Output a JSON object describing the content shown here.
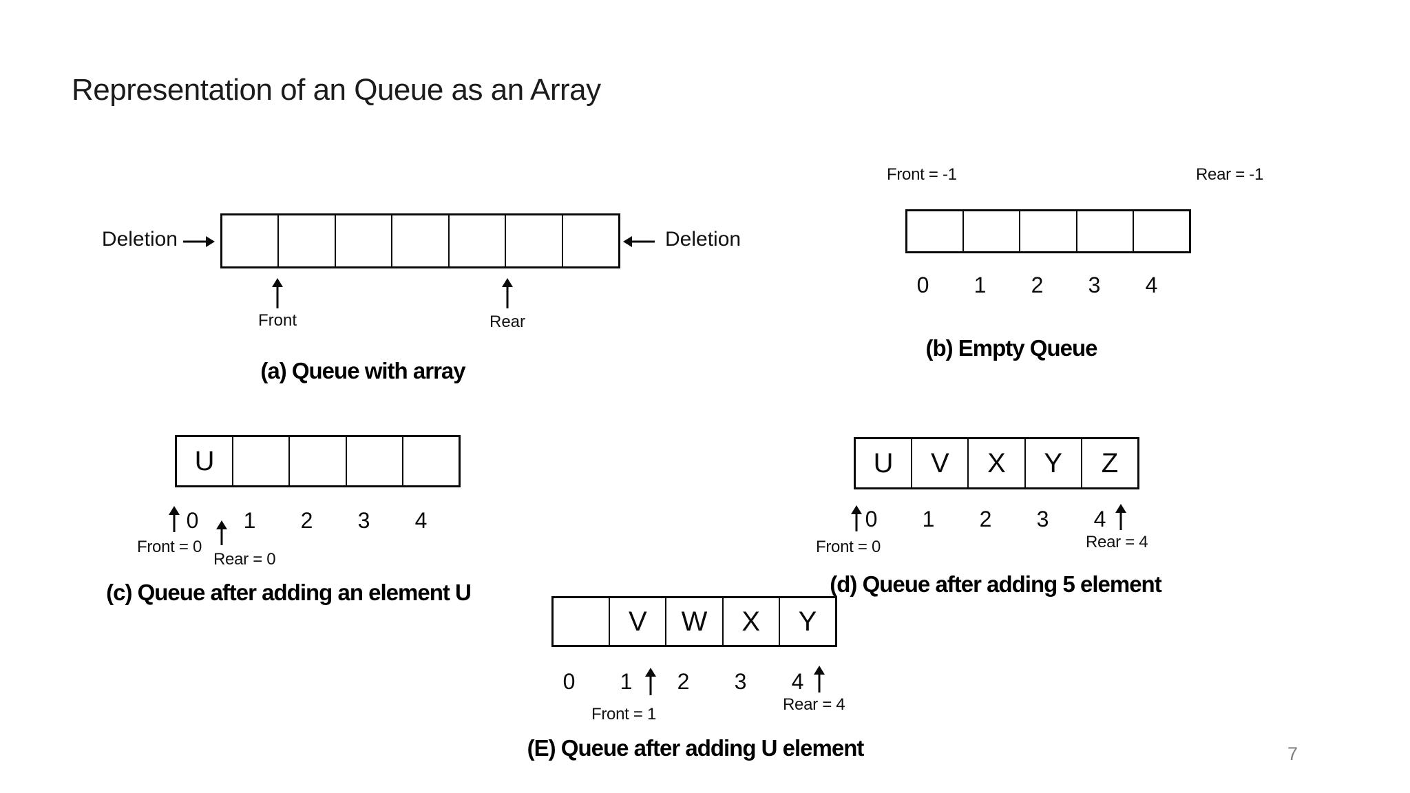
{
  "slide": {
    "title": "Representation of an Queue as an Array",
    "page_number": "7"
  },
  "colors": {
    "text": "#000000",
    "page_number": "#7f7f7f",
    "line": "#0a0a0a",
    "background": "#ffffff"
  },
  "diagram_a": {
    "left_label": "Deletion",
    "right_label": "Deletion",
    "cells": [
      "",
      "",
      "",
      "",
      "",
      "",
      ""
    ],
    "front_label": "Front",
    "rear_label": "Rear",
    "caption": "(a) Queue with array"
  },
  "diagram_b": {
    "front_status": "Front = -1",
    "rear_status": "Rear = -1",
    "cells": [
      "",
      "",
      "",
      "",
      ""
    ],
    "indices": [
      "0",
      "1",
      "2",
      "3",
      "4"
    ],
    "caption": "(b) Empty Queue"
  },
  "diagram_c": {
    "cells": [
      "U",
      "",
      "",
      "",
      ""
    ],
    "indices": [
      "0",
      "1",
      "2",
      "3",
      "4"
    ],
    "front_status": "Front = 0",
    "rear_status": "Rear = 0",
    "caption": "(c) Queue after adding an element U"
  },
  "diagram_d": {
    "cells": [
      "U",
      "V",
      "X",
      "Y",
      "Z"
    ],
    "indices": [
      "0",
      "1",
      "2",
      "3",
      "4"
    ],
    "front_status": "Front = 0",
    "rear_status": "Rear = 4",
    "caption": "(d) Queue after adding 5 element"
  },
  "diagram_e": {
    "cells": [
      "",
      "V",
      "W",
      "X",
      "Y"
    ],
    "indices": [
      "0",
      "1",
      "2",
      "3",
      "4"
    ],
    "front_status": "Front = 1",
    "rear_status": "Rear = 4",
    "caption": "(E) Queue after adding U element"
  }
}
